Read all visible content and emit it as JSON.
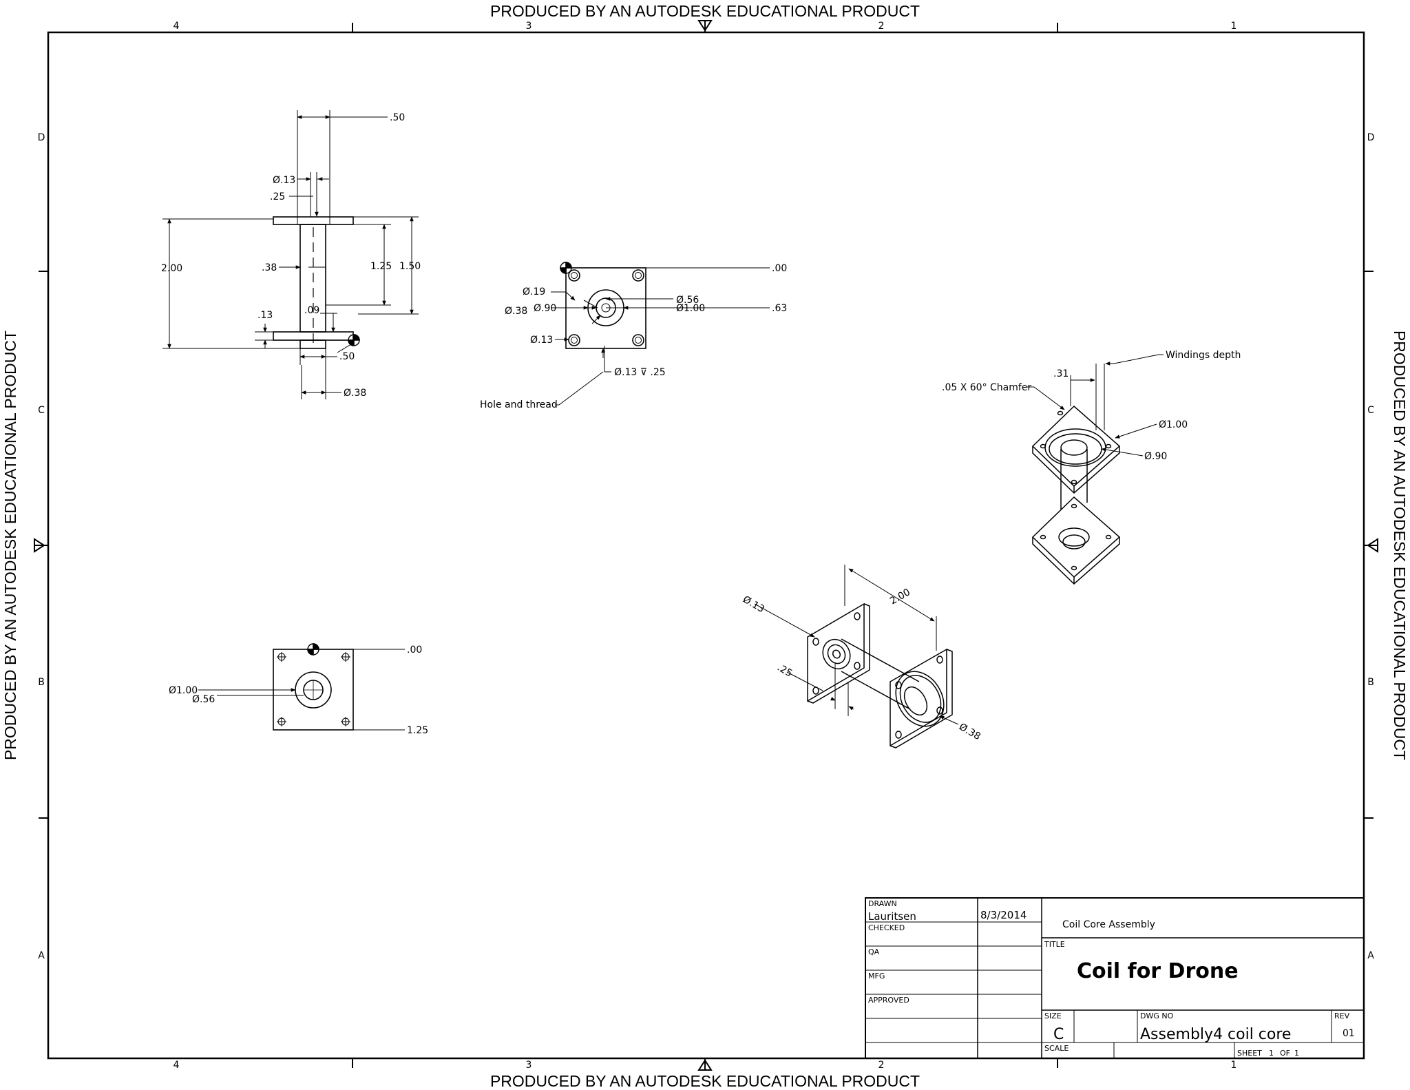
{
  "watermark": "PRODUCED BY AN AUTODESK EDUCATIONAL PRODUCT",
  "zones": {
    "columns": [
      "4",
      "3",
      "2",
      "1"
    ],
    "rows": [
      "D",
      "C",
      "B",
      "A"
    ]
  },
  "views": {
    "front": {
      "dims": [
        "Ø.13",
        ".25",
        ".50",
        "2.00",
        ".38",
        "1.25",
        "1.50",
        ".13",
        ".09",
        ".50",
        "Ø.38"
      ]
    },
    "top": {
      "dims": [
        ".00",
        "Ø.19",
        "Ø.56",
        "Ø.38",
        "Ø.90",
        "Ø1.00",
        ".63",
        "Ø.13",
        "Ø.13 ⊽ .25"
      ],
      "note": "Hole and thread"
    },
    "bottom": {
      "dims": [
        ".00",
        "Ø1.00",
        "Ø.56",
        "1.25"
      ]
    },
    "iso_right": {
      "dims": [
        ".31",
        "Ø1.00",
        "Ø.90"
      ],
      "notes": [
        "Windings depth",
        ".05 X 60° Chamfer"
      ]
    },
    "iso_center": {
      "dims": [
        "Ø.13",
        "2.00",
        ".25",
        "Ø.38"
      ]
    }
  },
  "title_block": {
    "drawn_label": "DRAWN",
    "drawn_by": "Lauritsen",
    "drawn_date": "8/3/2014",
    "checked_label": "CHECKED",
    "qa_label": "QA",
    "mfg_label": "MFG",
    "approved_label": "APPROVED",
    "assembly_name": "Coil Core Assembly",
    "title_label": "TITLE",
    "title": "Coil for Drone",
    "size_label": "SIZE",
    "size": "C",
    "dwg_no_label": "DWG NO",
    "dwg_no": "Assembly4 coil core",
    "rev_label": "REV",
    "rev": "01",
    "scale_label": "SCALE",
    "sheet_label": "SHEET",
    "sheet_num": "1",
    "of_label": "OF",
    "sheet_total": "1"
  }
}
